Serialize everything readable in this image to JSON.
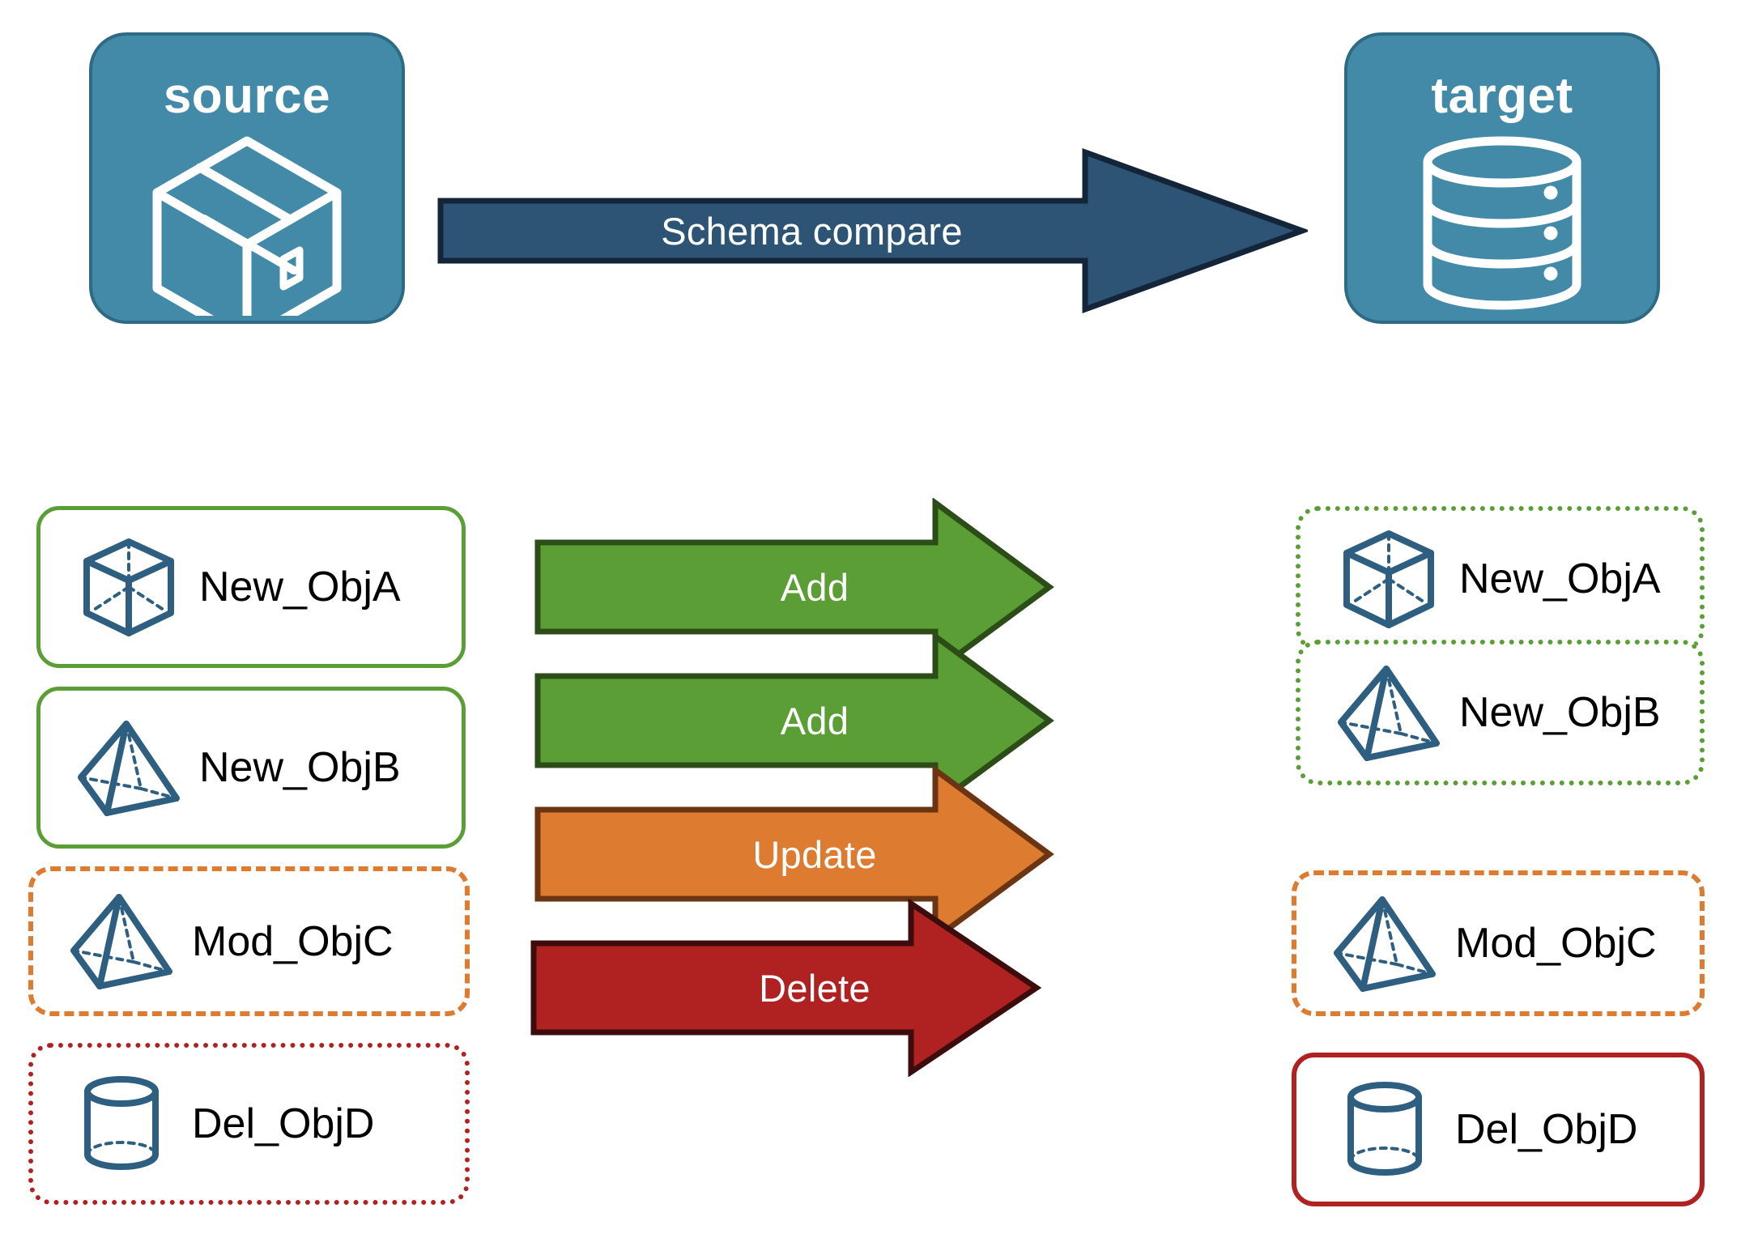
{
  "diagram": {
    "title": "Schema compare between source and target",
    "background": "#ffffff"
  },
  "endpoints": {
    "source": {
      "label": "source",
      "icon": "package-box-icon",
      "fill": "#4389a8",
      "border": "#2f6a84"
    },
    "target": {
      "label": "target",
      "icon": "database-cylinder-icon",
      "fill": "#4389a8",
      "border": "#2f6a84"
    }
  },
  "main_arrow": {
    "label": "Schema compare",
    "fill": "#2d5475",
    "stroke": "#14253a",
    "direction": "right"
  },
  "colors": {
    "green": "#5a9e35",
    "green_dark": "#2c4d18",
    "orange": "#dd7b30",
    "orange_dark": "#6b3412",
    "red": "#b02222",
    "red_dark": "#3d0c0c",
    "object_icon": "#2e5f80",
    "text": "#000000"
  },
  "rows": [
    {
      "action": "Add",
      "arrow_fill": "#5a9e35",
      "arrow_stroke": "#2c4d18",
      "source": {
        "label": "New_ObjA",
        "icon": "wireframe-cube-icon",
        "border_style": "solid",
        "border_color": "#5a9e35"
      },
      "target": {
        "label": "New_ObjA",
        "icon": "wireframe-cube-icon",
        "border_style": "dotted",
        "border_color": "#5a9e35"
      }
    },
    {
      "action": "Add",
      "arrow_fill": "#5a9e35",
      "arrow_stroke": "#2c4d18",
      "source": {
        "label": "New_ObjB",
        "icon": "wireframe-pyramid-icon",
        "border_style": "solid",
        "border_color": "#5a9e35"
      },
      "target": {
        "label": "New_ObjB",
        "icon": "wireframe-pyramid-icon",
        "border_style": "dotted",
        "border_color": "#5a9e35"
      }
    },
    {
      "action": "Update",
      "arrow_fill": "#dd7b30",
      "arrow_stroke": "#6b3412",
      "source": {
        "label": "Mod_ObjC",
        "icon": "wireframe-pyramid-icon",
        "border_style": "dashed",
        "border_color": "#dd7b30"
      },
      "target": {
        "label": "Mod_ObjC",
        "icon": "wireframe-pyramid-icon",
        "border_style": "dashed",
        "border_color": "#dd7b30"
      }
    },
    {
      "action": "Delete",
      "arrow_fill": "#b02222",
      "arrow_stroke": "#3d0c0c",
      "source": {
        "label": "Del_ObjD",
        "icon": "wireframe-cylinder-icon",
        "border_style": "dotted",
        "border_color": "#b02222"
      },
      "target": {
        "label": "Del_ObjD",
        "icon": "wireframe-cylinder-icon",
        "border_style": "solid",
        "border_color": "#b02222"
      }
    }
  ]
}
